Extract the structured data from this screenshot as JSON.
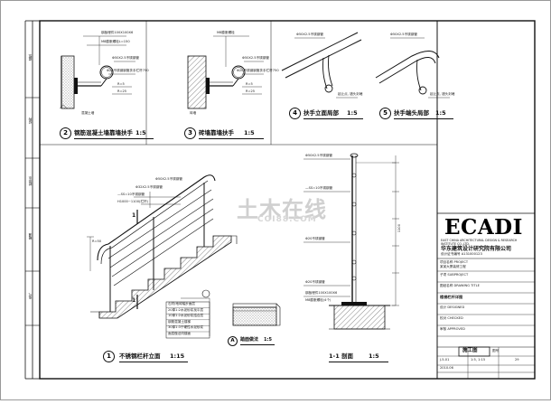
{
  "watermark": {
    "text": "土木在线",
    "sub": "COI88.COM"
  },
  "details": {
    "d2": {
      "number": "2",
      "title": "钢筋混凝土墙靠墙扶手",
      "scale": "1:5",
      "notes": [
        "钢板埋件100X100X6",
        "M8膨胀螺栓L=150",
        "Φ50X2.5不锈钢管",
        "Φ20不锈钢钢管扶手栏杆750",
        "R=5",
        "R=25",
        "混凝土墙"
      ]
    },
    "d3": {
      "number": "3",
      "title": "砖墙靠墙扶手",
      "scale": "1:5",
      "notes": [
        "M8膨胀螺栓",
        "Φ50X2.5不锈钢管",
        "Φ20不锈钢钢管扶手栏杆750",
        "R=5",
        "R=25",
        "砖墙"
      ]
    },
    "d4": {
      "number": "4",
      "title": "扶手立面局部",
      "scale": "1:5",
      "notes": [
        "Φ50X2.5不锈钢管",
        "起止点, 错头封堵"
      ]
    },
    "d5": {
      "number": "5",
      "title": "扶手端头局部",
      "scale": "1:5",
      "notes": [
        "Φ50X2.5不锈钢管",
        "起止点, 错头封堵"
      ]
    },
    "d1": {
      "number": "1",
      "title": "不锈钢栏杆立面",
      "scale": "1:15",
      "notes": [
        "Φ50X2.5不锈钢管",
        "Φ32X2.5不锈钢管",
        "—SS=10不锈钢管",
        "H1000~1100(栏杆)",
        "R=50",
        "1",
        "1"
      ],
      "layers": [
        "石材/地砖踏步面层",
        "20厚1:2水泥砂浆找平层",
        "10厚1:2水泥砂浆结合层",
        "钢筋混凝土楼梯",
        "30厚1:3干硬性水泥砂浆",
        "面层做法同楼面"
      ]
    },
    "dA": {
      "number": "A",
      "title": "踏面做法",
      "scale": "1:5"
    },
    "s11": {
      "title": "1-1 剖面",
      "scale": "1:5",
      "notes": [
        "Φ50X2.5不锈钢管",
        "—SS=10不锈钢管",
        "Φ20不锈钢管",
        "Φ20不锈钢管",
        "钢板埋件100X100X6",
        "M8膨胀螺栓(4个)",
        "1100"
      ]
    }
  },
  "title_block": {
    "logo": "ECADI",
    "company_en": "EAST CHINA ARCHITECTURAL DESIGN & RESEARCH INSTITUTE CO.,LTD.",
    "company_cn": "华东建筑设计研究院有限公司",
    "cert": "设计证书编号 A131000123",
    "rows": [
      "项目名称 PROJECT",
      "某某大厦装修工程",
      "子项 SUBPROJECT",
      "图纸名称 DRAWING TITLE",
      "楼梯栏杆详图",
      "设计 DESIGNED",
      "校对 CHECKED",
      "审核 APPROVED"
    ],
    "stage": "施工图",
    "number_label": "图号",
    "drawing_no": "J-5-01",
    "scale_value": "1:5, 1:15",
    "date": "2010.06",
    "sheet": "29"
  },
  "left_strip": [
    "建筑",
    "结构",
    "给排水",
    "暖通",
    "电气"
  ]
}
